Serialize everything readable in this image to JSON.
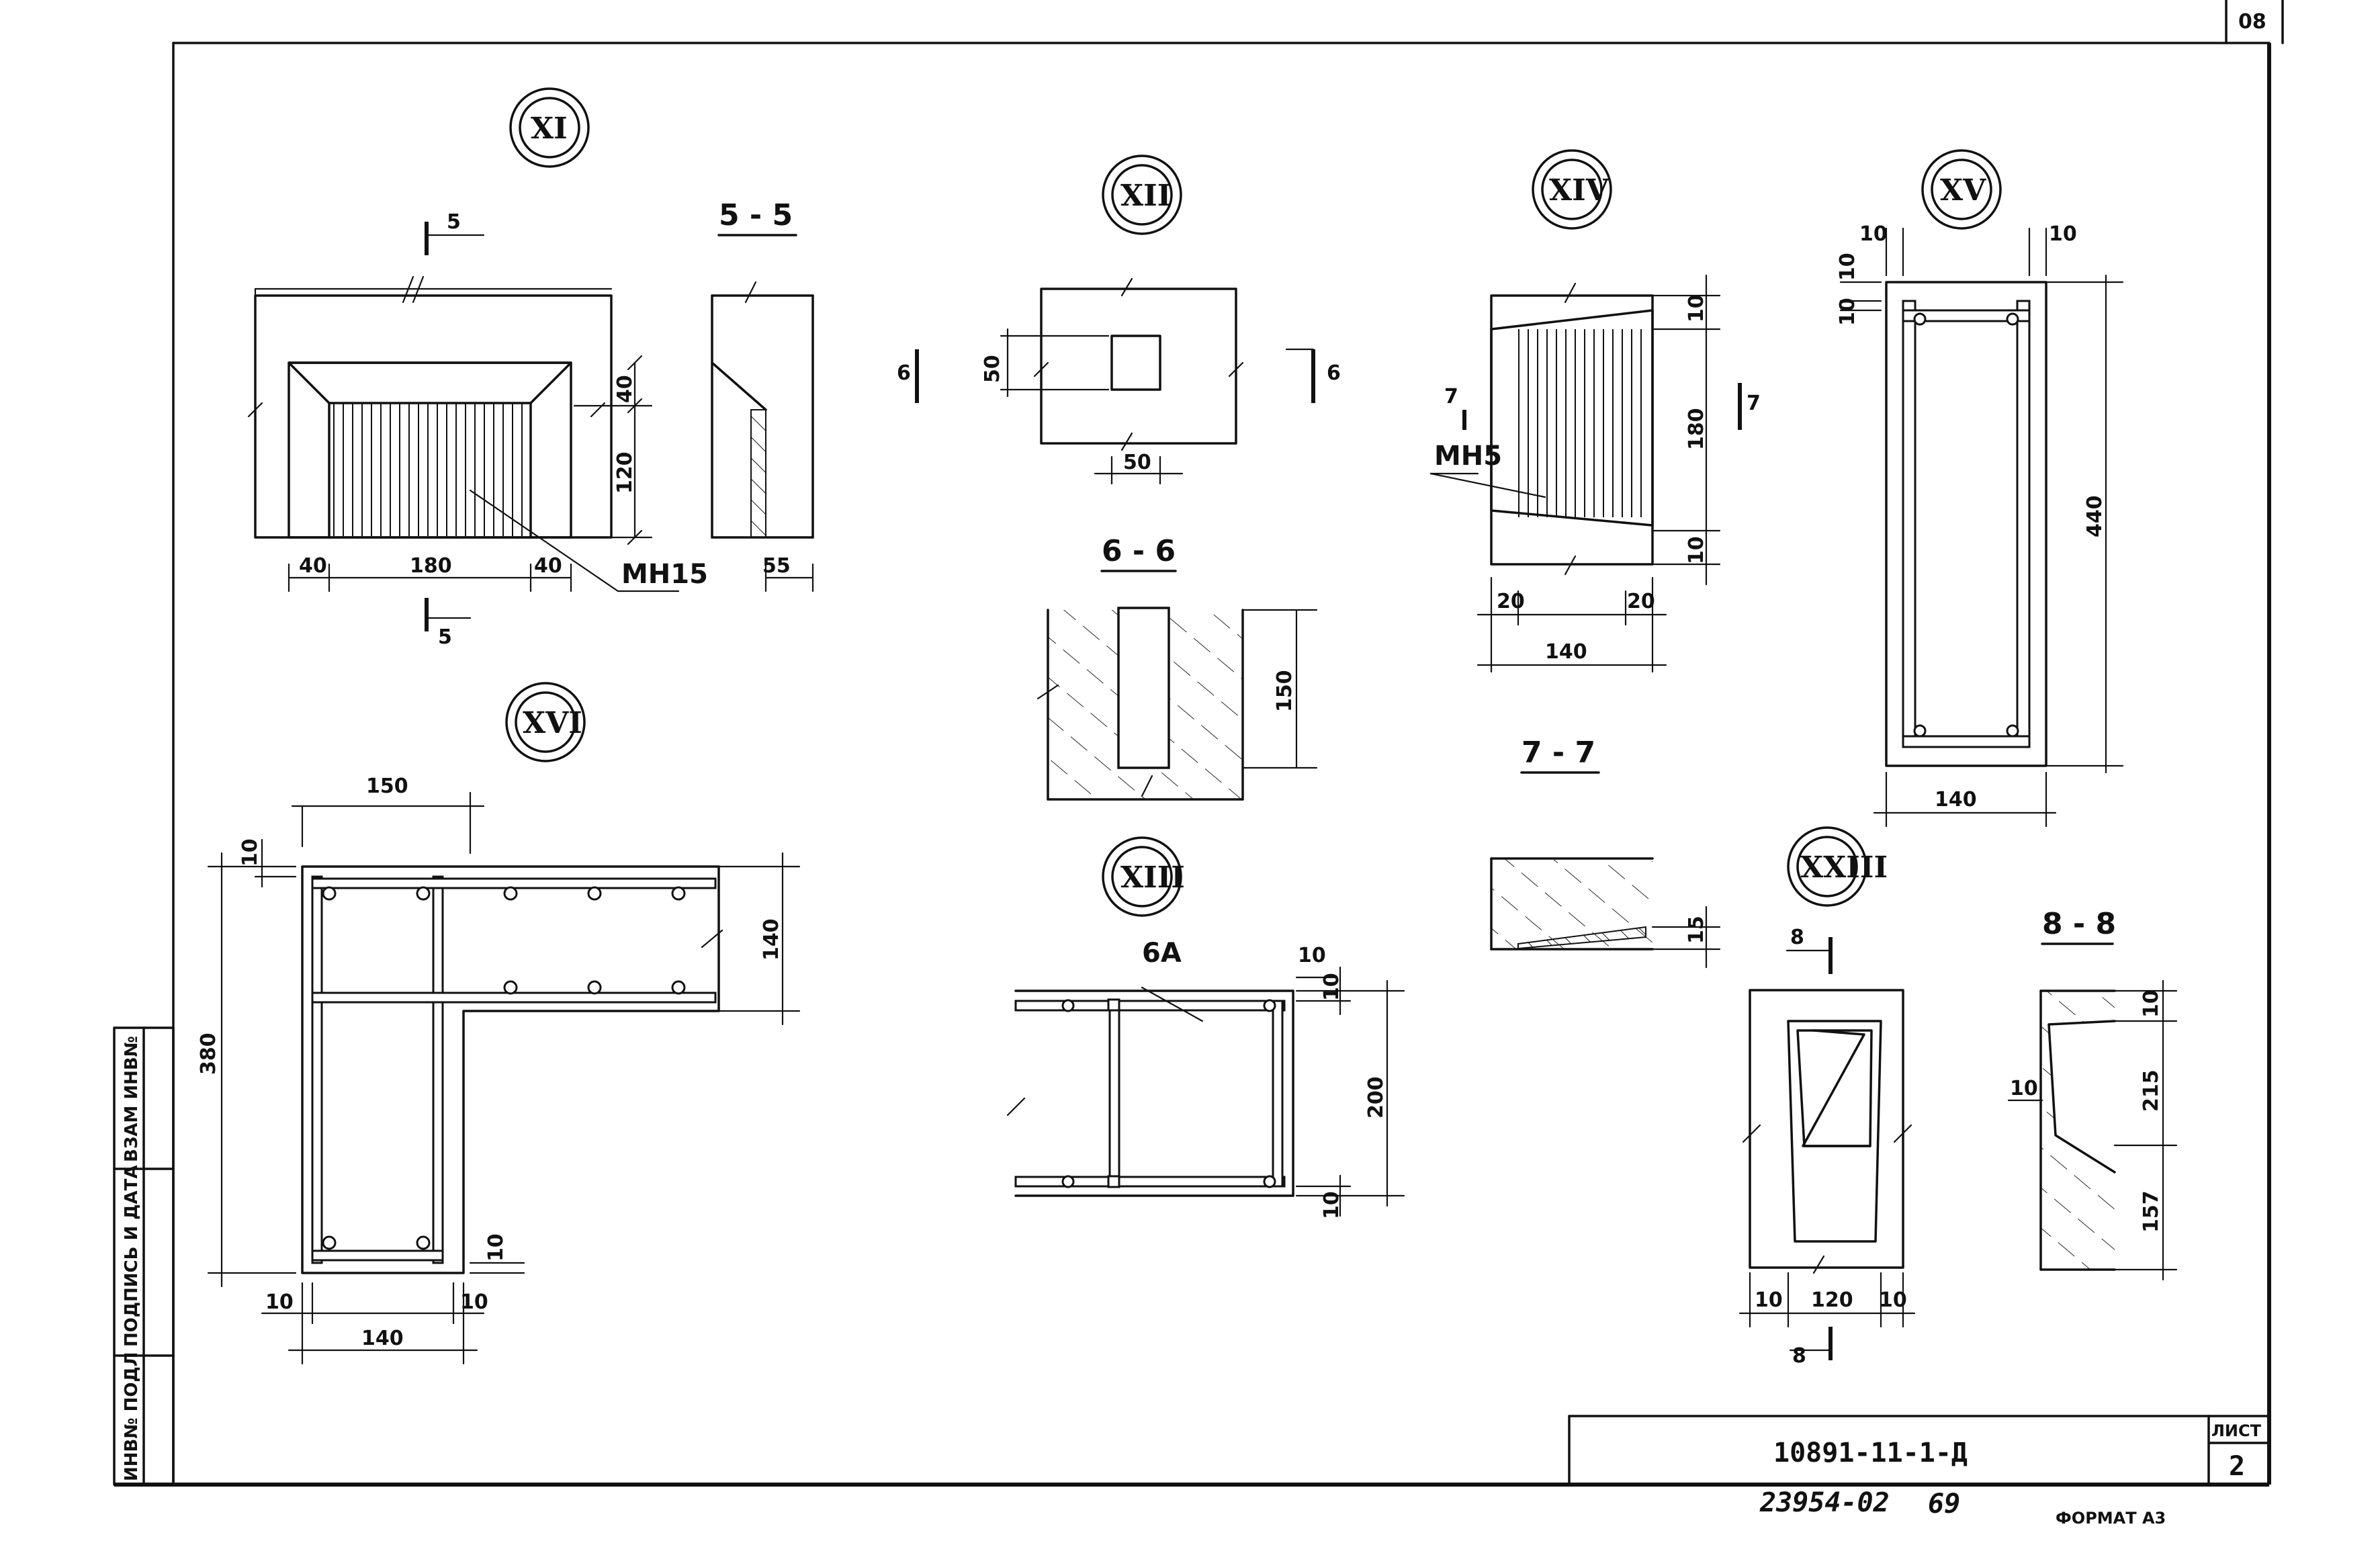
{
  "sheet": {
    "corner_number": "08",
    "doc_code": "10891-11-1-Д",
    "sheet_label": "ЛИСТ",
    "sheet_number": "2",
    "archive_number": "23954-02",
    "page_number": "69",
    "format": "ФОРМАТ А3"
  },
  "side_stamp": {
    "inv_orig": "ИНВ№ ПОДЛ",
    "sign_date": "ПОДПИСЬ И ДАТА",
    "inv_repl": "ВЗАМ ИНВ№"
  },
  "nodes": {
    "XI": "XI",
    "XII": "XII",
    "XIII": "XIII",
    "XIV": "XIV",
    "XV": "XV",
    "XVI": "XVI",
    "XXIII": "XXIII"
  },
  "sections": {
    "s55": "5 - 5",
    "s66": "6 - 6",
    "s77": "7 - 7",
    "s88": "8 - 8",
    "m5": "5",
    "m6": "6",
    "m7": "7",
    "m8": "8"
  },
  "materials": {
    "mn15": "МН15",
    "mn5": "МН5",
    "a6": "6А"
  },
  "dims": {
    "d10": "10",
    "d15": "15",
    "d20": "20",
    "d40": "40",
    "d50": "50",
    "d55": "55",
    "d120": "120",
    "d140": "140",
    "d150": "150",
    "d157": "157",
    "d180": "180",
    "d200": "200",
    "d215": "215",
    "d380": "380",
    "d440": "440"
  }
}
